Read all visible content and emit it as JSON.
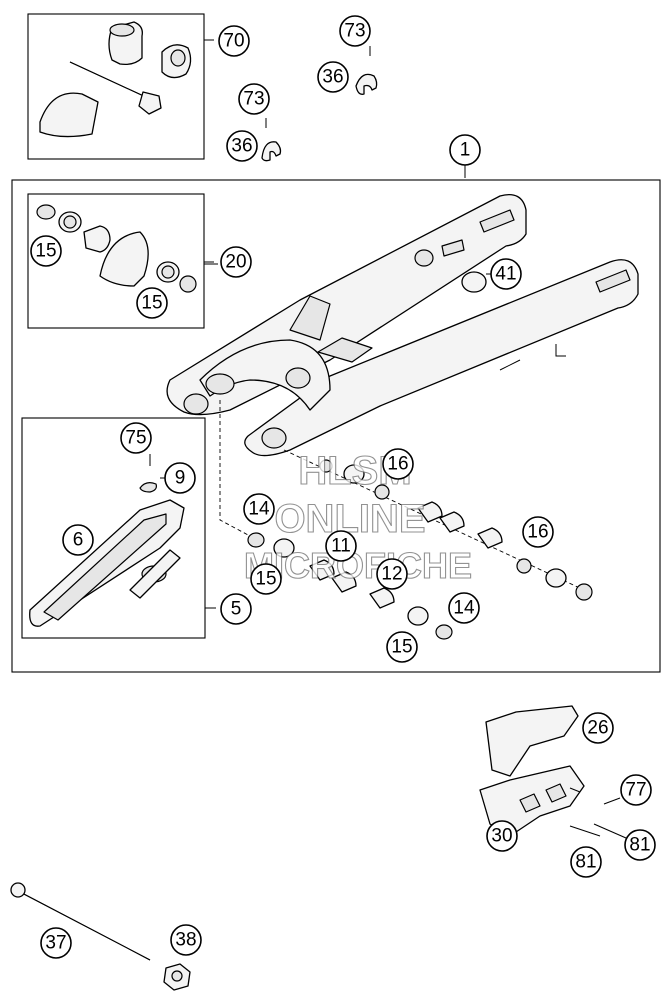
{
  "callouts": [
    {
      "id": "c70",
      "label": "70"
    },
    {
      "id": "c73a",
      "label": "73"
    },
    {
      "id": "c36a",
      "label": "36"
    },
    {
      "id": "c73b",
      "label": "73"
    },
    {
      "id": "c36b",
      "label": "36"
    },
    {
      "id": "c1",
      "label": "1"
    },
    {
      "id": "c20",
      "label": "20"
    },
    {
      "id": "c15a",
      "label": "15"
    },
    {
      "id": "c15b",
      "label": "15"
    },
    {
      "id": "c41",
      "label": "41"
    },
    {
      "id": "c75",
      "label": "75"
    },
    {
      "id": "c9",
      "label": "9"
    },
    {
      "id": "c6",
      "label": "6"
    },
    {
      "id": "c5",
      "label": "5"
    },
    {
      "id": "c16a",
      "label": "16"
    },
    {
      "id": "c14a",
      "label": "14"
    },
    {
      "id": "c11",
      "label": "11"
    },
    {
      "id": "c15c",
      "label": "15"
    },
    {
      "id": "c12",
      "label": "12"
    },
    {
      "id": "c16b",
      "label": "16"
    },
    {
      "id": "c14b",
      "label": "14"
    },
    {
      "id": "c15d",
      "label": "15"
    },
    {
      "id": "c26",
      "label": "26"
    },
    {
      "id": "c77",
      "label": "77"
    },
    {
      "id": "c30",
      "label": "30"
    },
    {
      "id": "c81a",
      "label": "81"
    },
    {
      "id": "c81b",
      "label": "81"
    },
    {
      "id": "c37",
      "label": "37"
    },
    {
      "id": "c38",
      "label": "38"
    }
  ],
  "watermark": {
    "line1": "HLSM",
    "line2": "ONLINE",
    "line3": "MICROFICHE"
  }
}
